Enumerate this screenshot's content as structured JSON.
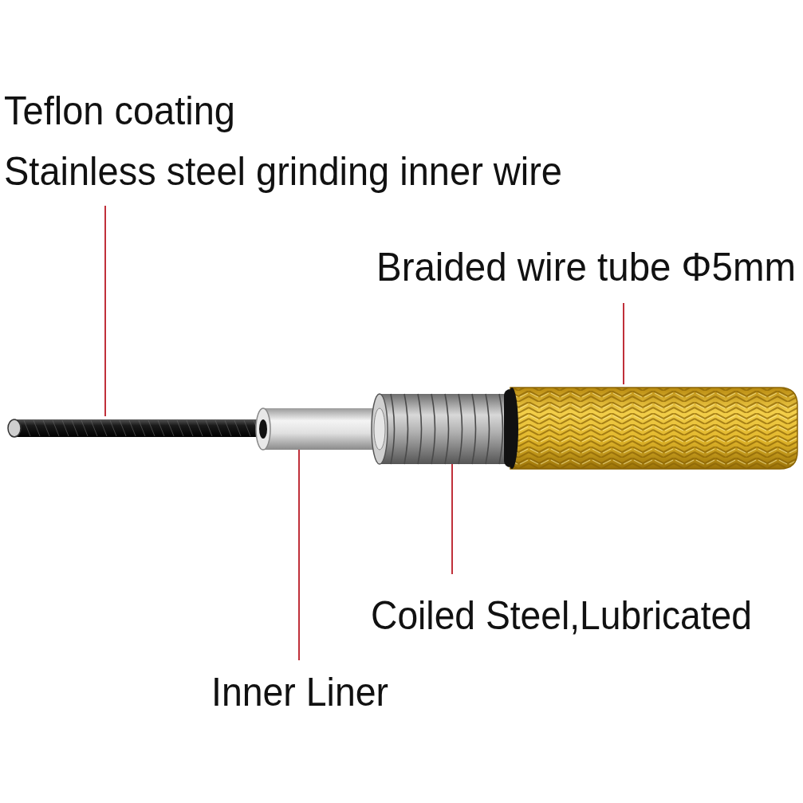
{
  "diagram": {
    "labels": [
      "Teflon coating",
      "Stainless steel grinding inner wire",
      "Braided wire tube Φ5mm",
      "Coiled Steel,Lubricated",
      "Inner Liner"
    ]
  }
}
